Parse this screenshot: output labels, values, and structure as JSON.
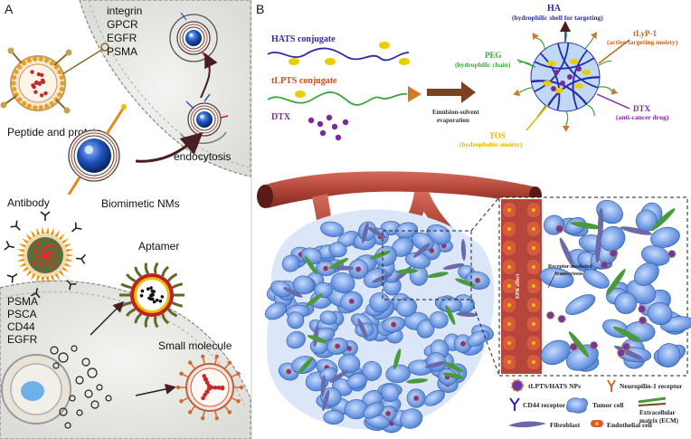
{
  "panel_a": {
    "letter": "A",
    "targets": [
      "integrin",
      "GPCR",
      "EGFR",
      "PSMA"
    ],
    "peptide_label": "Peptide and protein",
    "endocytosis_label": "endocytosis",
    "biomimetic_label": "Biomimetic NMs",
    "antibody_label": "Antibody",
    "aptamer_label": "Aptamer",
    "receptors": [
      "PSMA",
      "PSCA",
      "CD44",
      "EGFR"
    ],
    "small_molecule_label": "Small molecule"
  },
  "panel_b": {
    "letter": "B",
    "hats_label": "HATS conjugate",
    "tlpts_label": "tLPTS conjugate",
    "dtx_label": "DTX",
    "process_label_1": "Emulsion-solvent",
    "process_label_2": "evaporation",
    "ha_label": "HA",
    "ha_sub": "(hydrophilic shell for targeting)",
    "tlyp_label": "tLyP-1",
    "tlyp_sub": "(active targeting moiety)",
    "peg_label": "PEG",
    "peg_sub": "(hydrophilic chain)",
    "dtx_np_label": "DTX",
    "dtx_np_sub": "(anti-cancer drug)",
    "tos_label": "TOS",
    "tos_sub": "(hydrophobic moiety)",
    "epr_label": "EPR effect",
    "transcytosis_label_1": "Receptor-mediated",
    "transcytosis_label_2": "transcytosis",
    "legend": {
      "nps": "tLPTS/HATS NPs",
      "neuropilin": "Neuropilin-1 receptor",
      "cd44": "CD44 receptor",
      "tumor": "Tumor cell",
      "ecm_1": "Extracellular",
      "ecm_2": "matrix (ECM)",
      "fibroblast": "Fibroblast",
      "endothelial": "Endothelial cell"
    }
  },
  "colors": {
    "ha_blue": "#2a2aa8",
    "tlyp_orange": "#c8641e",
    "peg_green": "#3ca43c",
    "dtx_purple": "#7a2a9a",
    "tos_yellow": "#e0b800",
    "vessel_red": "#b5463c",
    "tumor_blue": "#6f9be0"
  }
}
